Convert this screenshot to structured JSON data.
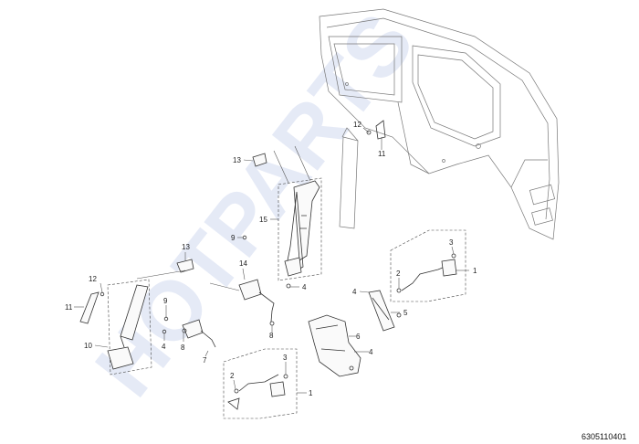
{
  "watermark": "HOTPARTS",
  "drawing_code": "6305110401",
  "callouts": {
    "c13a": "13",
    "c12a": "12",
    "c11a": "11",
    "c15": "15",
    "c9a": "9",
    "c13b": "13",
    "c14": "14",
    "c4a": "4",
    "c8a": "8",
    "c3a": "3",
    "c1a": "1",
    "c2a": "2",
    "c4b": "4",
    "c5": "5",
    "c12b": "12",
    "c11b": "11",
    "c10": "10",
    "c9b": "9",
    "c4c": "4",
    "c8b": "8",
    "c7": "7",
    "c6": "6",
    "c4d": "4",
    "c3b": "3",
    "c2b": "2",
    "c1b": "1"
  }
}
